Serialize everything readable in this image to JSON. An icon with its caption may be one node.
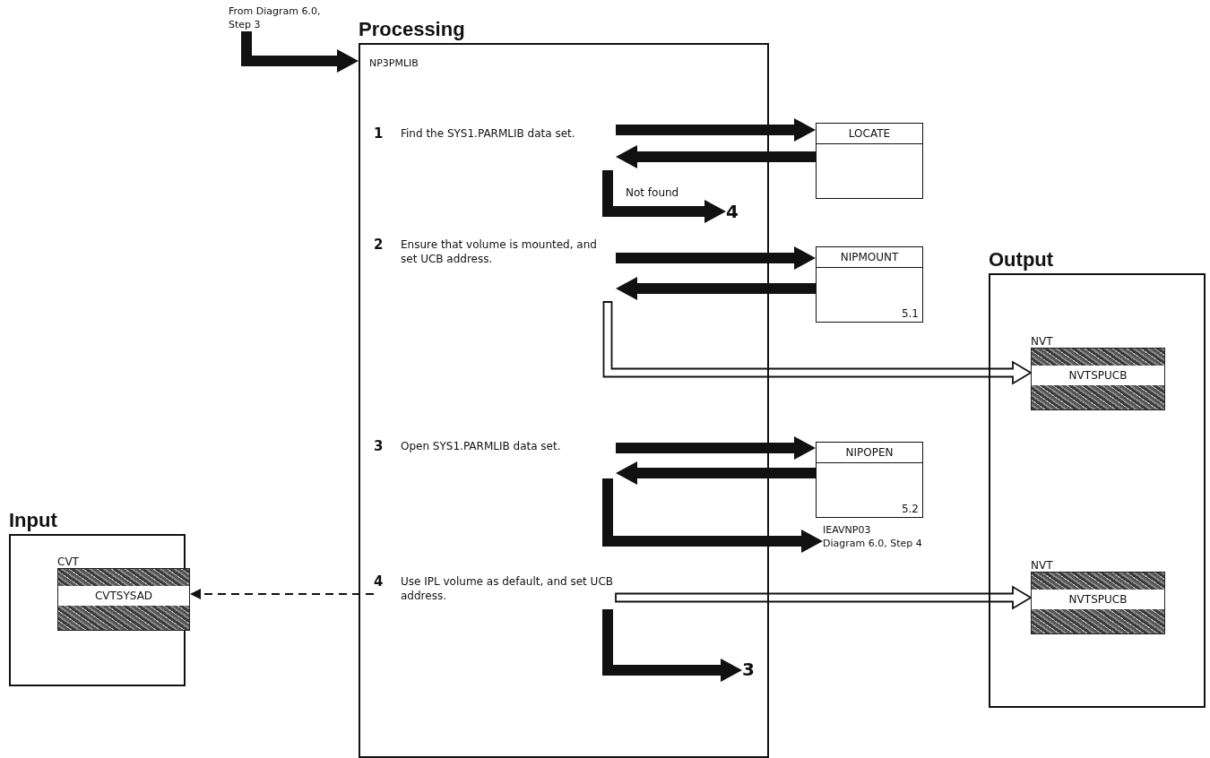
{
  "diagram": {
    "nodes": [
      {
        "text": [
          "Input"
        ]
      },
      {
        "text": [
          "CVT",
          "CVTSYSAD"
        ],
        "in": 0
      },
      {
        "text": [
          "Processing",
          "NP3PMLIB"
        ]
      },
      {
        "text": [
          "1",
          "Find the SYS1.PARMLIB data set."
        ],
        "in": 2
      },
      {
        "text": [
          "2",
          "Ensure that volume is mounted, and set UCB address."
        ],
        "in": 2
      },
      {
        "text": [
          "3",
          "Open SYS1.PARMLIB data set."
        ],
        "in": 2
      },
      {
        "text": [
          "4",
          "Use IPL volume as default, and set UCB address."
        ],
        "in": 2
      },
      {
        "text": [
          "LOCATE"
        ]
      },
      {
        "text": [
          "NIPMOUNT",
          "5.1"
        ]
      },
      {
        "text": [
          "NIPOPEN",
          "5.2"
        ]
      },
      {
        "text": [
          "Output"
        ]
      },
      {
        "text": [
          "NVT",
          "NVTSPUCB"
        ],
        "in": 10
      },
      {
        "text": [
          "NVT",
          "NVTSPUCB"
        ],
        "in": 10
      },
      {
        "text": [
          "From Diagram 6.0, Step 3"
        ]
      },
      {
        "text": [
          "4"
        ],
        "in": 2
      },
      {
        "text": [
          "IEAVNP03",
          "Diagram 6.0, Step 4"
        ]
      },
      {
        "text": [
          "3"
        ],
        "in": 2
      }
    ],
    "edges": [
      {
        "from": 13,
        "to": 2,
        "arrow": "to"
      },
      {
        "from": 3,
        "to": 7,
        "arrow": "to"
      },
      {
        "from": 7,
        "to": 3,
        "arrow": "to"
      },
      {
        "from": 3,
        "to": 14,
        "arrow": "to",
        "label": "Not found"
      },
      {
        "from": 4,
        "to": 8,
        "arrow": "to"
      },
      {
        "from": 8,
        "to": 4,
        "arrow": "to"
      },
      {
        "from": 4,
        "to": 11,
        "arrow": "to",
        "style": "thick"
      },
      {
        "from": 5,
        "to": 9,
        "arrow": "to"
      },
      {
        "from": 9,
        "to": 5,
        "arrow": "to"
      },
      {
        "from": 5,
        "to": 15,
        "arrow": "to"
      },
      {
        "from": 6,
        "to": 1,
        "arrow": "to",
        "style": "dashed"
      },
      {
        "from": 6,
        "to": 12,
        "arrow": "to",
        "style": "thick"
      },
      {
        "from": 6,
        "to": 16,
        "arrow": "to"
      }
    ]
  }
}
